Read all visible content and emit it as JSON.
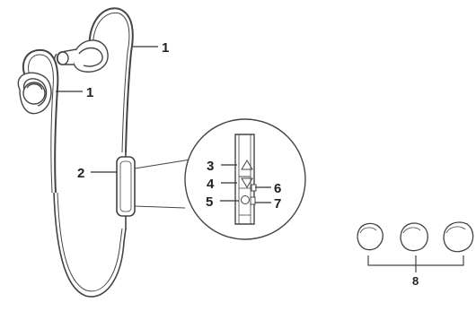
{
  "colors": {
    "line": "#555555",
    "stroke_dark": "#333333",
    "fill_light": "#ffffff",
    "text": "#222222"
  },
  "callouts": {
    "hook_right": "1",
    "hook_left": "1",
    "control_unit": "2",
    "volume_up": "3",
    "volume_down": "4",
    "multifunction": "5",
    "indicator": "6",
    "charging_port": "7",
    "ear_tips": "8"
  },
  "icons": {
    "volume_up": "triangle-up-icon",
    "volume_down": "triangle-down-icon",
    "multifunction": "circle-button-icon"
  }
}
